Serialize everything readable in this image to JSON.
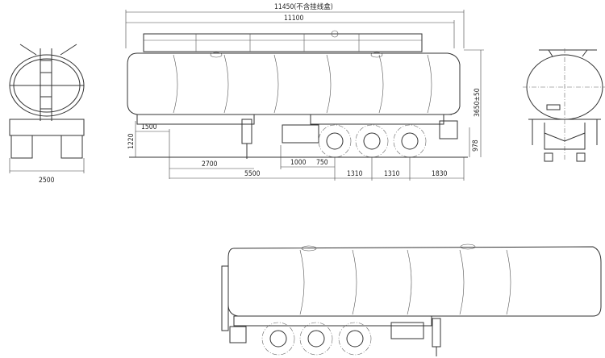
{
  "drawing": {
    "dimensions": {
      "overall_length": "11450(不含挂线盒)",
      "tank_length": "11100",
      "height": "3650±50",
      "front_overhang": "1500",
      "kingpin_height": "1220",
      "kingpin_to_landing_gear": "2700",
      "kingpin_to_first_axle": "5500",
      "box_length": "1000",
      "box_to_axle": "750",
      "axle_spacing_1": "1310",
      "axle_spacing_2": "1310",
      "rear_overhang": "1830",
      "frame_height": "978",
      "width": "2500"
    }
  }
}
